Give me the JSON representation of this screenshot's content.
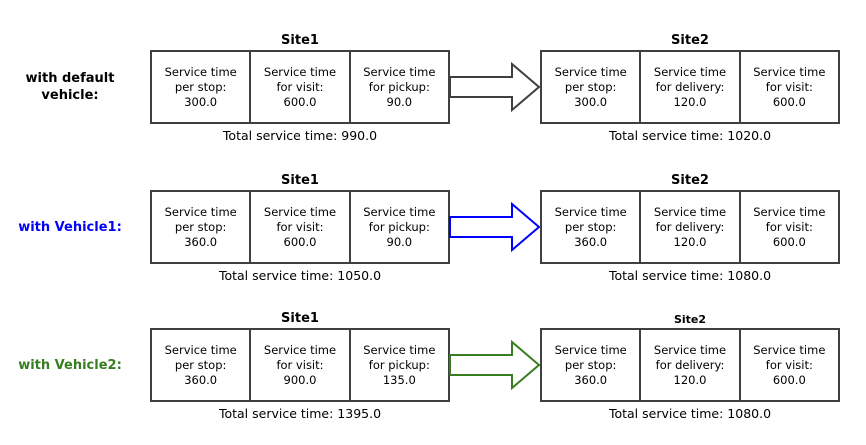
{
  "figure": {
    "description_colors": {
      "background": "#ffffff",
      "box_border": "#3f3f3f",
      "default_vehicle_arrow": "#3f3f3f",
      "vehicle1_blue": "#0000ff",
      "vehicle2_green": "#377d22"
    },
    "rows": [
      {
        "label": "with default vehicle:",
        "label_color": "#000000",
        "arrow_color": "#3f3f3f",
        "site1": {
          "title": "Site1",
          "cells": [
            [
              "Service time",
              "per stop:",
              "300.0"
            ],
            [
              "Service time",
              "for visit:",
              "600.0"
            ],
            [
              "Service time",
              "for pickup:",
              "90.0"
            ]
          ],
          "total": "Total service time: 990.0"
        },
        "site2": {
          "title": "Site2",
          "cells": [
            [
              "Service time",
              "per stop:",
              "300.0"
            ],
            [
              "Service time",
              "for delivery:",
              "120.0"
            ],
            [
              "Service time",
              "for visit:",
              "600.0"
            ]
          ],
          "total": "Total service time: 1020.0"
        }
      },
      {
        "label": "with Vehicle1:",
        "label_color": "#0000ff",
        "arrow_color": "#0000ff",
        "site1": {
          "title": "Site1",
          "cells": [
            [
              "Service time",
              "per stop:",
              "360.0"
            ],
            [
              "Service time",
              "for visit:",
              "600.0"
            ],
            [
              "Service time",
              "for pickup:",
              "90.0"
            ]
          ],
          "total": "Total service time: 1050.0"
        },
        "site2": {
          "title": "Site2",
          "cells": [
            [
              "Service time",
              "per stop:",
              "360.0"
            ],
            [
              "Service time",
              "for delivery:",
              "120.0"
            ],
            [
              "Service time",
              "for visit:",
              "600.0"
            ]
          ],
          "total": "Total service time: 1080.0"
        }
      },
      {
        "label": "with Vehicle2:",
        "label_color": "#377d22",
        "arrow_color": "#377d22",
        "site1": {
          "title": "Site1",
          "cells": [
            [
              "Service time",
              "per stop:",
              "360.0"
            ],
            [
              "Service time",
              "for visit:",
              "900.0"
            ],
            [
              "Service time",
              "for pickup:",
              "135.0"
            ]
          ],
          "total": "Total service time: 1395.0"
        },
        "site2": {
          "title": "Site2",
          "cells": [
            [
              "Service time",
              "per stop:",
              "360.0"
            ],
            [
              "Service time",
              "for delivery:",
              "120.0"
            ],
            [
              "Service time",
              "for visit:",
              "600.0"
            ]
          ],
          "total": "Total service time: 1080.0"
        }
      }
    ]
  }
}
